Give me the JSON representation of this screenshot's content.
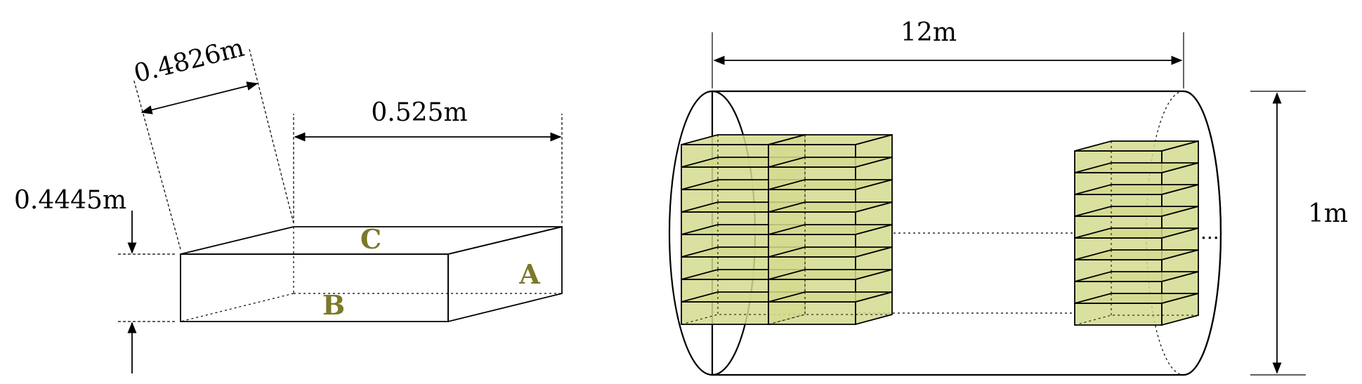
{
  "left_figure": {
    "depth_label": "0.4826m",
    "width_label": "0.525m",
    "height_label": "0.4445m",
    "face_labels": {
      "a": "A",
      "b": "B",
      "c": "C"
    }
  },
  "right_figure": {
    "length_label": "12m",
    "diameter_label": "1m",
    "ellipsis": "..."
  },
  "colors": {
    "box_fill": "#d4da8e",
    "box_fill_light": "#e6eab8",
    "cylinder_body": "#f4e5b7",
    "cylinder_end": "#ecd28c",
    "face_label": "#7a7a28"
  }
}
